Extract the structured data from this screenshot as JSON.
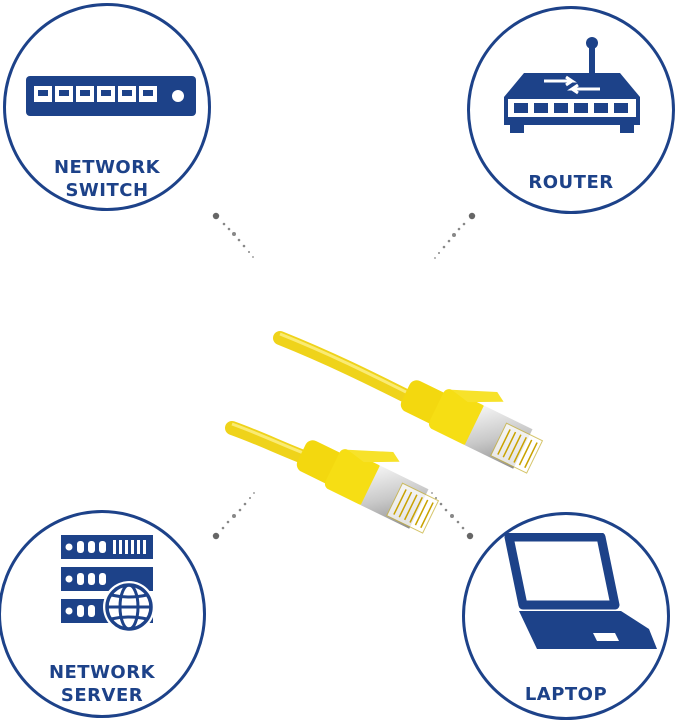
{
  "devices": {
    "switch": {
      "line1": "NETWORK",
      "line2": "SWITCH",
      "icon": "network-switch-icon"
    },
    "router": {
      "line1": "ROUTER",
      "icon": "router-icon"
    },
    "server": {
      "line1": "NETWORK",
      "line2": "SERVER",
      "icon": "network-server-icon"
    },
    "laptop": {
      "line1": "LAPTOP",
      "icon": "laptop-icon"
    }
  },
  "colors": {
    "brand_blue": "#1d4289",
    "cable_yellow": "#f2dc12"
  }
}
